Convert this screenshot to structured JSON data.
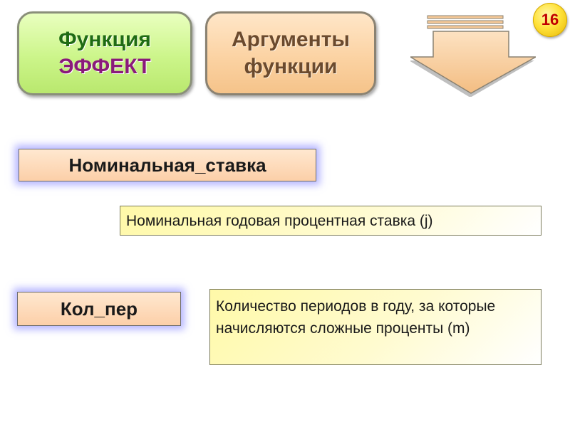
{
  "page": {
    "number": "16"
  },
  "header": {
    "function_tile": {
      "line1": "Функция",
      "line2": "ЭФФЕКТ"
    },
    "arguments_tile": {
      "line1": "Аргументы",
      "line2": "функции"
    }
  },
  "arguments": [
    {
      "name": "Номинальная_ставка",
      "description": "Номинальная годовая процентная ставка (j)"
    },
    {
      "name": "Кол_пер",
      "description": "Количество периодов в году, за которые начисляются сложные проценты (m)"
    }
  ],
  "icons": {
    "down_arrow": "down-arrow-icon"
  },
  "colors": {
    "function_title": "#1f6b14",
    "function_name": "#8a1a7a",
    "arguments_title": "#6b4a2e",
    "badge_text": "#c00000",
    "badge_fill": "#ffe23a",
    "arrow_fill": "#f5c38a"
  }
}
